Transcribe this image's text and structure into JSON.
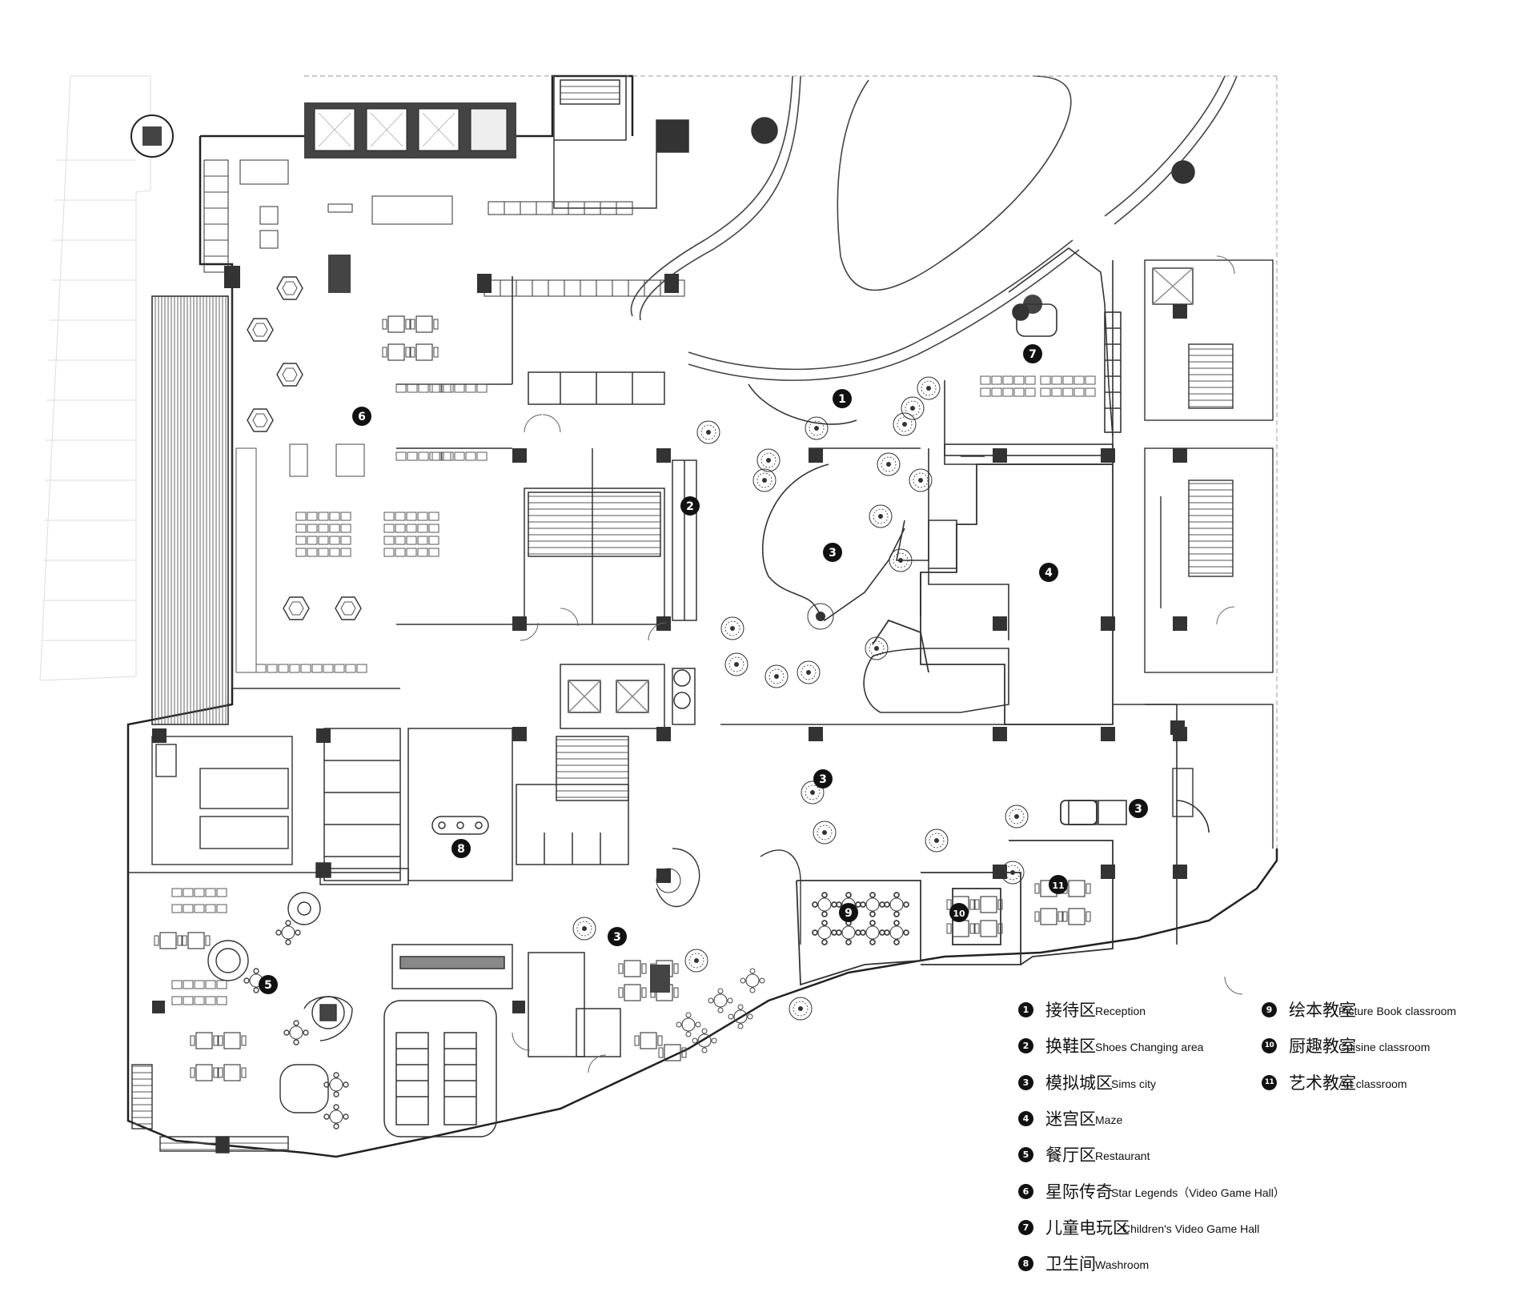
{
  "zones": [
    {
      "id": "1",
      "zh": "接待区",
      "en": "Reception"
    },
    {
      "id": "2",
      "zh": "换鞋区",
      "en": "Shoes Changing area"
    },
    {
      "id": "3",
      "zh": "模拟城区",
      "en": "Sims city"
    },
    {
      "id": "4",
      "zh": "迷宫区",
      "en": "Maze"
    },
    {
      "id": "5",
      "zh": "餐厅区",
      "en": "Restaurant"
    },
    {
      "id": "6",
      "zh": "星际传奇",
      "en": "Star Legends（Video Game Hall）"
    },
    {
      "id": "7",
      "zh": "儿童电玩区",
      "en": "Children's Video Game Hall"
    },
    {
      "id": "8",
      "zh": "卫生间",
      "en": "Washroom"
    },
    {
      "id": "9",
      "zh": "绘本教室",
      "en": "Picture Book classroom"
    },
    {
      "id": "10",
      "zh": "厨趣教室",
      "en": "Cuisine classroom"
    },
    {
      "id": "11",
      "zh": "艺术教室",
      "en": "Art classroom"
    }
  ],
  "map_markers": [
    "1",
    "2",
    "3",
    "3",
    "3",
    "3",
    "4",
    "5",
    "6",
    "7",
    "8",
    "9",
    "10",
    "11"
  ],
  "colors": {
    "line": "#222222",
    "fill_dark": "#333333",
    "fill_light": "#f4f4f4",
    "badge": "#111111"
  }
}
